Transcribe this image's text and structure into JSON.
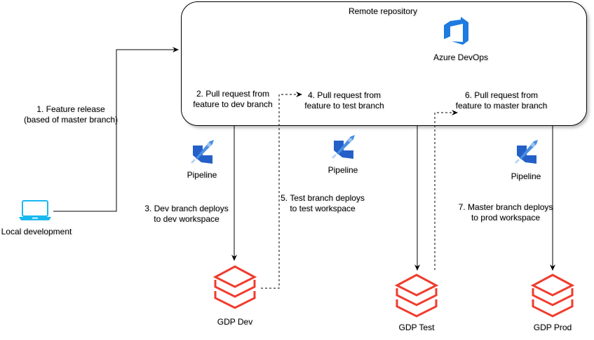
{
  "repository": {
    "title": "Remote repository",
    "platform": {
      "label": "Azure DevOps",
      "icon": "azure-devops-icon",
      "color": "#1e7be0"
    }
  },
  "local": {
    "label": "Local development",
    "icon": "laptop-icon",
    "color": "#1ab8f0"
  },
  "steps": {
    "s1": {
      "line1": "1. Feature release",
      "line2": "(based of master branch)"
    },
    "s2": {
      "line1": "2. Pull request from",
      "line2": "feature to dev branch"
    },
    "s3": {
      "line1": "3. Dev branch deploys",
      "line2": "to dev workspace"
    },
    "s4": {
      "line1": "4. Pull request from",
      "line2": "feature to test branch"
    },
    "s5": {
      "line1": "5. Test branch deploys",
      "line2": "to test workspace"
    },
    "s6": {
      "line1": "6. Pull request from",
      "line2": "feature to master branch"
    },
    "s7": {
      "line1": "7. Master branch deploys",
      "line2": "to prod workspace"
    }
  },
  "pipelines": [
    {
      "label": "Pipeline",
      "icon": "pipeline-icon"
    },
    {
      "label": "Pipeline",
      "icon": "pipeline-icon"
    },
    {
      "label": "Pipeline",
      "icon": "pipeline-icon"
    }
  ],
  "workspaces": [
    {
      "label": "GDP Dev",
      "icon": "databricks-icon"
    },
    {
      "label": "GDP Test",
      "icon": "databricks-icon"
    },
    {
      "label": "GDP Prod",
      "icon": "databricks-icon"
    }
  ],
  "colors": {
    "databricks": "#f03c2e",
    "pipeline_dark": "#2560c8",
    "pipeline_light": "#4a90e2"
  }
}
